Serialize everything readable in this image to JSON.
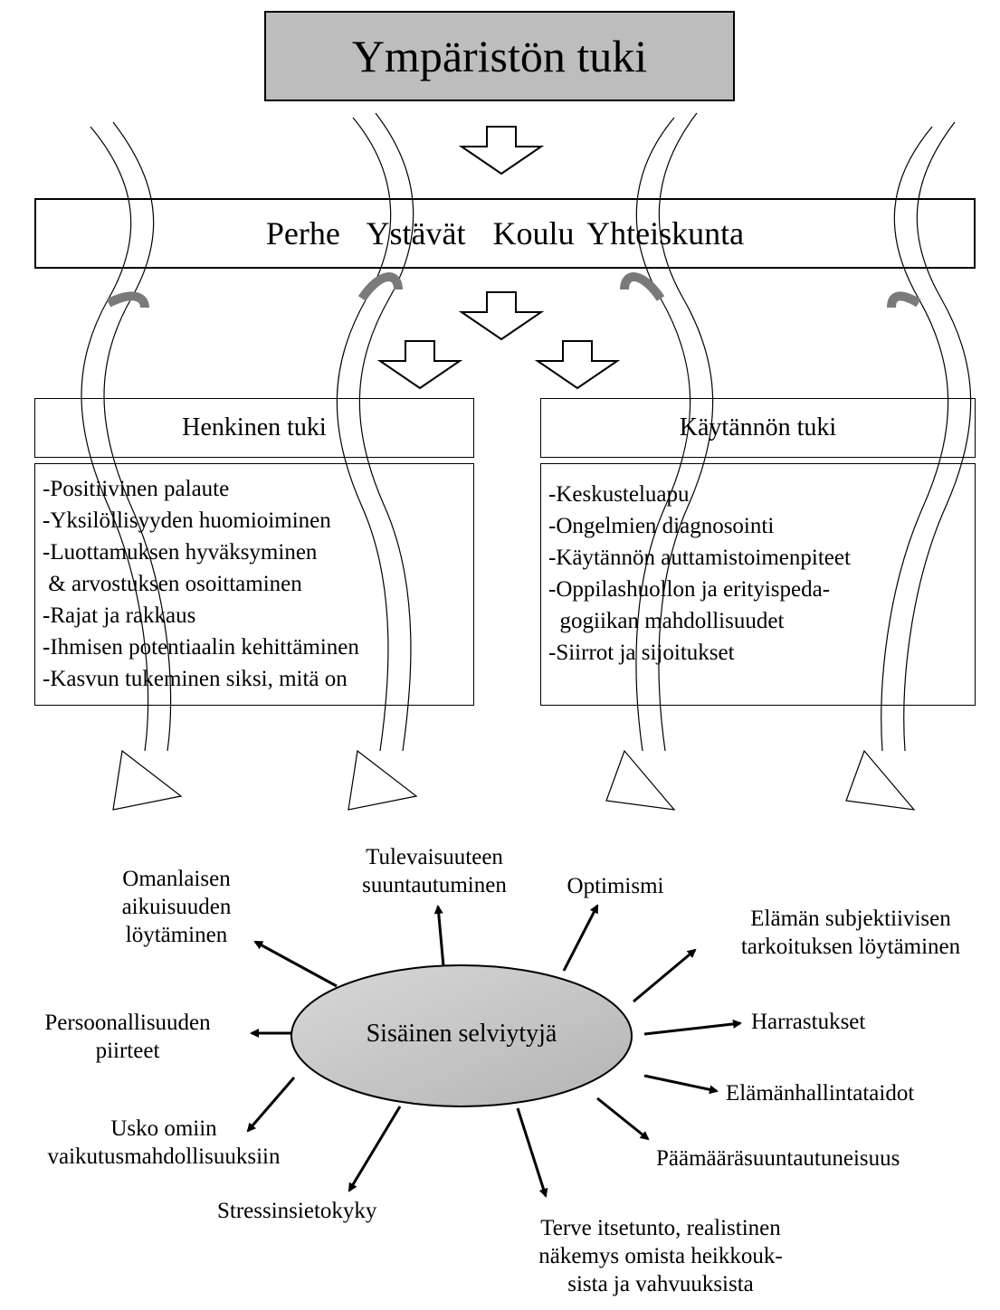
{
  "title": "Ympäristön tuki",
  "sources": "Perhe  Ystävät  Koulu Yhteiskunta",
  "left_panel": {
    "header": "Henkinen tuki",
    "items": [
      "-Positiivinen palaute",
      "-Yksilöllisyyden huomioiminen",
      "-Luottamuksen hyväksyminen",
      " & arvostuksen osoittaminen",
      "-Rajat ja rakkaus",
      "-Ihmisen potentiaalin kehittäminen",
      "-Kasvun tukeminen siksi, mitä on"
    ]
  },
  "right_panel": {
    "header": "Käytännön tuki",
    "items": [
      "-Keskusteluapu",
      "-Ongelmien diagnosointi",
      "-Käytännön auttamistoimenpiteet",
      "-Oppilashuollon ja erityispeda-",
      "  gogiikan mahdollisuudet",
      "-Siirrot ja sijoitukset"
    ]
  },
  "center": "Sisäinen selviytyjä",
  "outcomes": {
    "omanlaisen": [
      "Omanlaisen",
      "aikuisuuden",
      "löytäminen"
    ],
    "tulevaisuus": [
      "Tulevaisuuteen",
      "suuntautuminen"
    ],
    "optimismi": [
      "Optimismi"
    ],
    "elaman_tarkoitus": [
      "Elämän subjektiivisen",
      "tarkoituksen löytäminen"
    ],
    "persoonallisuus": [
      "Persoonallisuuden",
      "piirteet"
    ],
    "harrastukset": [
      "Harrastukset"
    ],
    "elamanhallinta": [
      "Elämänhallintataidot"
    ],
    "usko": [
      "Usko omiin",
      "vaikutusmahdollisuuksiin"
    ],
    "paamaara": [
      "Päämääräsuuntautuneisuus"
    ],
    "stressi": [
      "Stressinsietokyky"
    ],
    "itsetunto": [
      "Terve itsetunto, realistinen",
      "näkemys omista heikkouk-",
      "sista ja vahvuuksista"
    ]
  },
  "colors": {
    "title_fill": "#bdbdbd",
    "ellipse_fill": "#c8c8c8",
    "ribbon_dark": "#7a7a7a"
  }
}
